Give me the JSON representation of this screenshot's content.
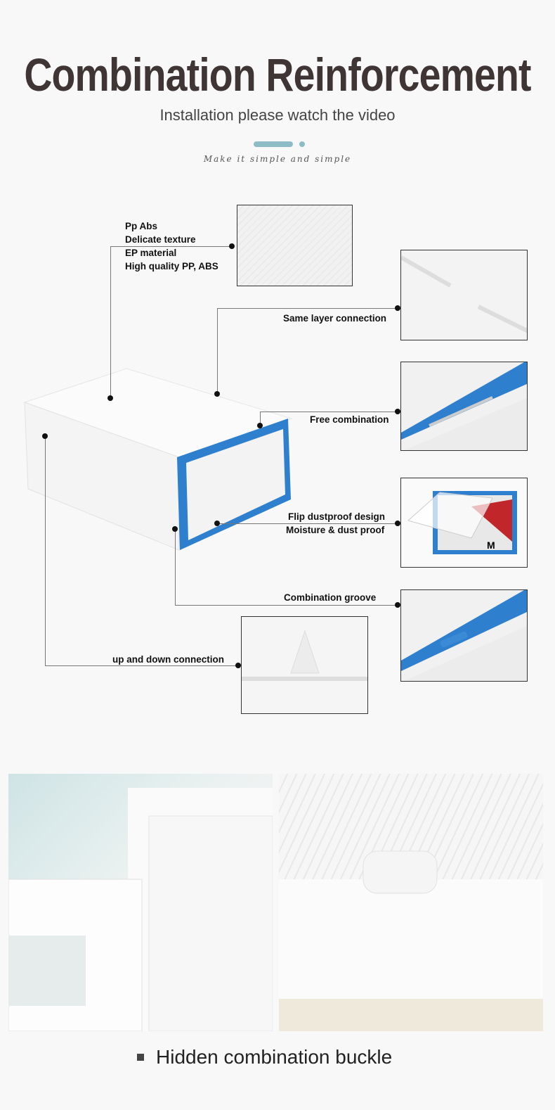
{
  "header": {
    "title": "Combination Reinforcement",
    "subtitle": "Installation please watch the video",
    "tagline": "Make it simple and simple",
    "accent_color": "#8dbcc6"
  },
  "callouts": [
    {
      "lines": [
        "Pp  Abs",
        "Delicate texture",
        "EP material",
        "High quality PP, ABS"
      ]
    },
    {
      "lines": [
        "Same layer connection"
      ]
    },
    {
      "lines": [
        "Free combination"
      ]
    },
    {
      "lines": [
        "Flip dustproof design",
        "Moisture & dust proof"
      ]
    },
    {
      "lines": [
        "Combination groove"
      ]
    },
    {
      "lines": [
        "up and down connection"
      ]
    }
  ],
  "product": {
    "frame_color": "#2f7fcf",
    "label_letter": "M"
  },
  "footer": {
    "caption": "Hidden combination buckle"
  }
}
